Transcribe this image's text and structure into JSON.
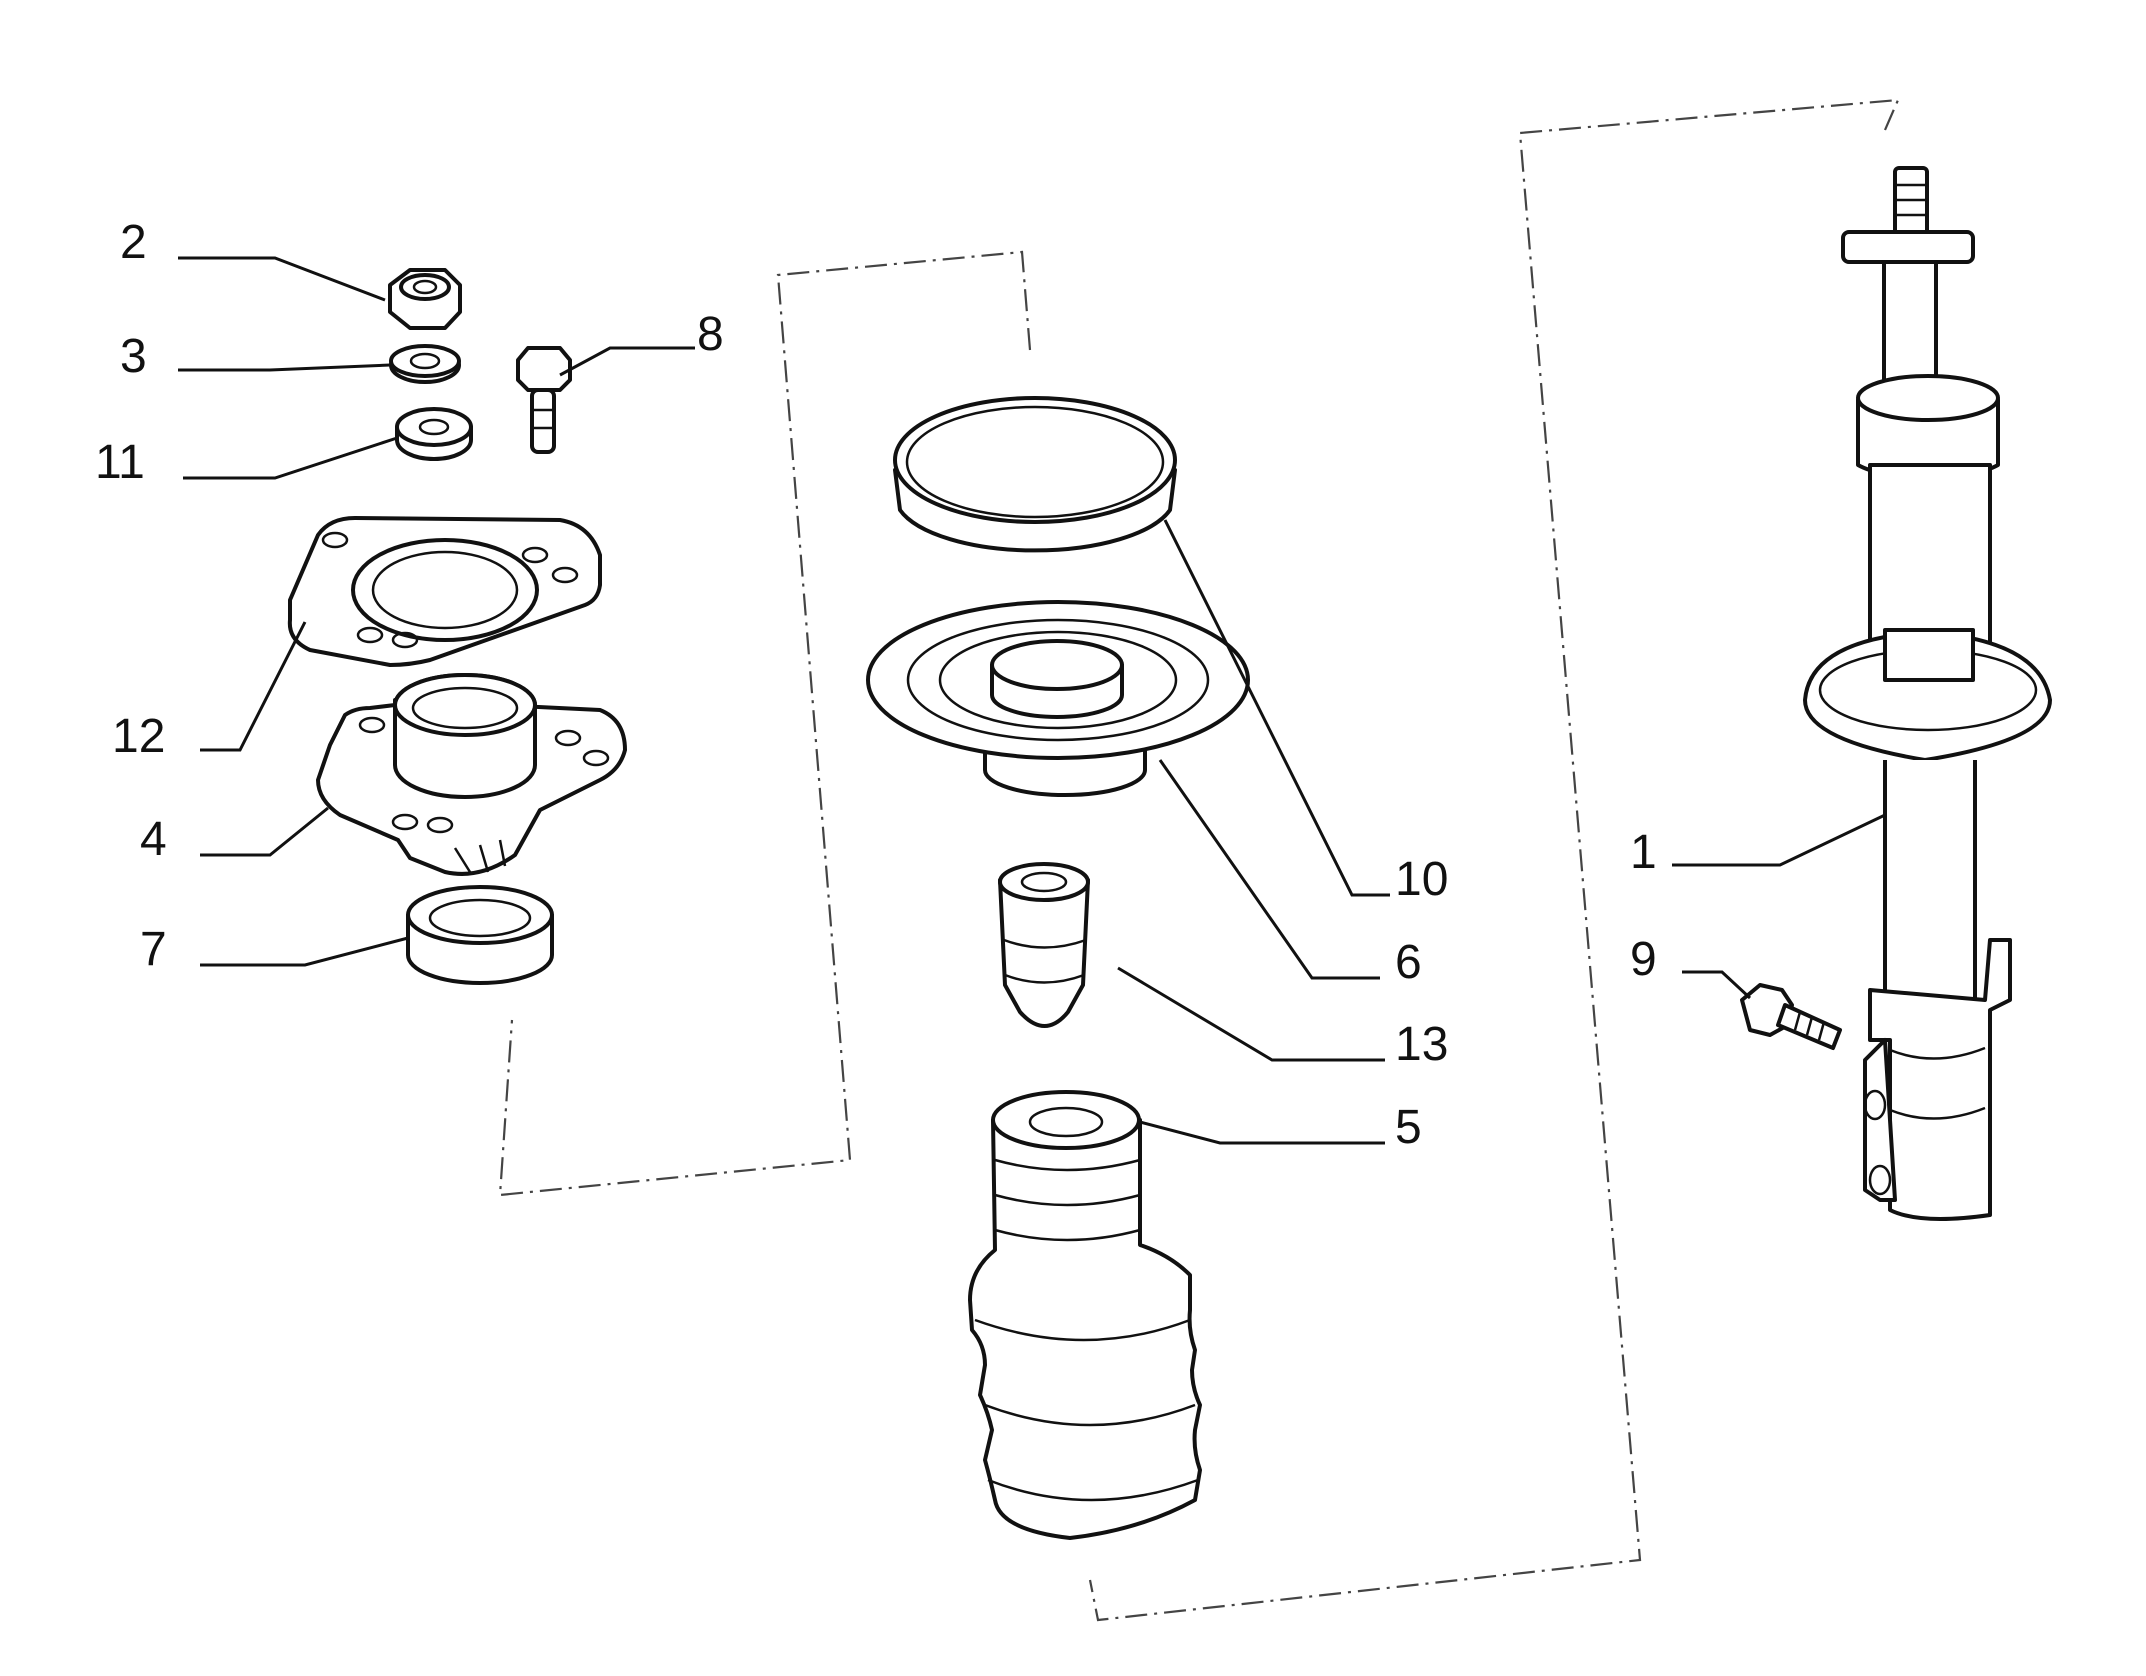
{
  "diagram": {
    "background": "#ffffff",
    "line_color": "#111111",
    "callouts": [
      {
        "id": "c1",
        "label": "1"
      },
      {
        "id": "c2",
        "label": "2"
      },
      {
        "id": "c3",
        "label": "3"
      },
      {
        "id": "c4",
        "label": "4"
      },
      {
        "id": "c5",
        "label": "5"
      },
      {
        "id": "c6",
        "label": "6"
      },
      {
        "id": "c7",
        "label": "7"
      },
      {
        "id": "c8",
        "label": "8"
      },
      {
        "id": "c9",
        "label": "9"
      },
      {
        "id": "c10",
        "label": "10"
      },
      {
        "id": "c11",
        "label": "11"
      },
      {
        "id": "c12",
        "label": "12"
      },
      {
        "id": "c13",
        "label": "13"
      }
    ]
  }
}
